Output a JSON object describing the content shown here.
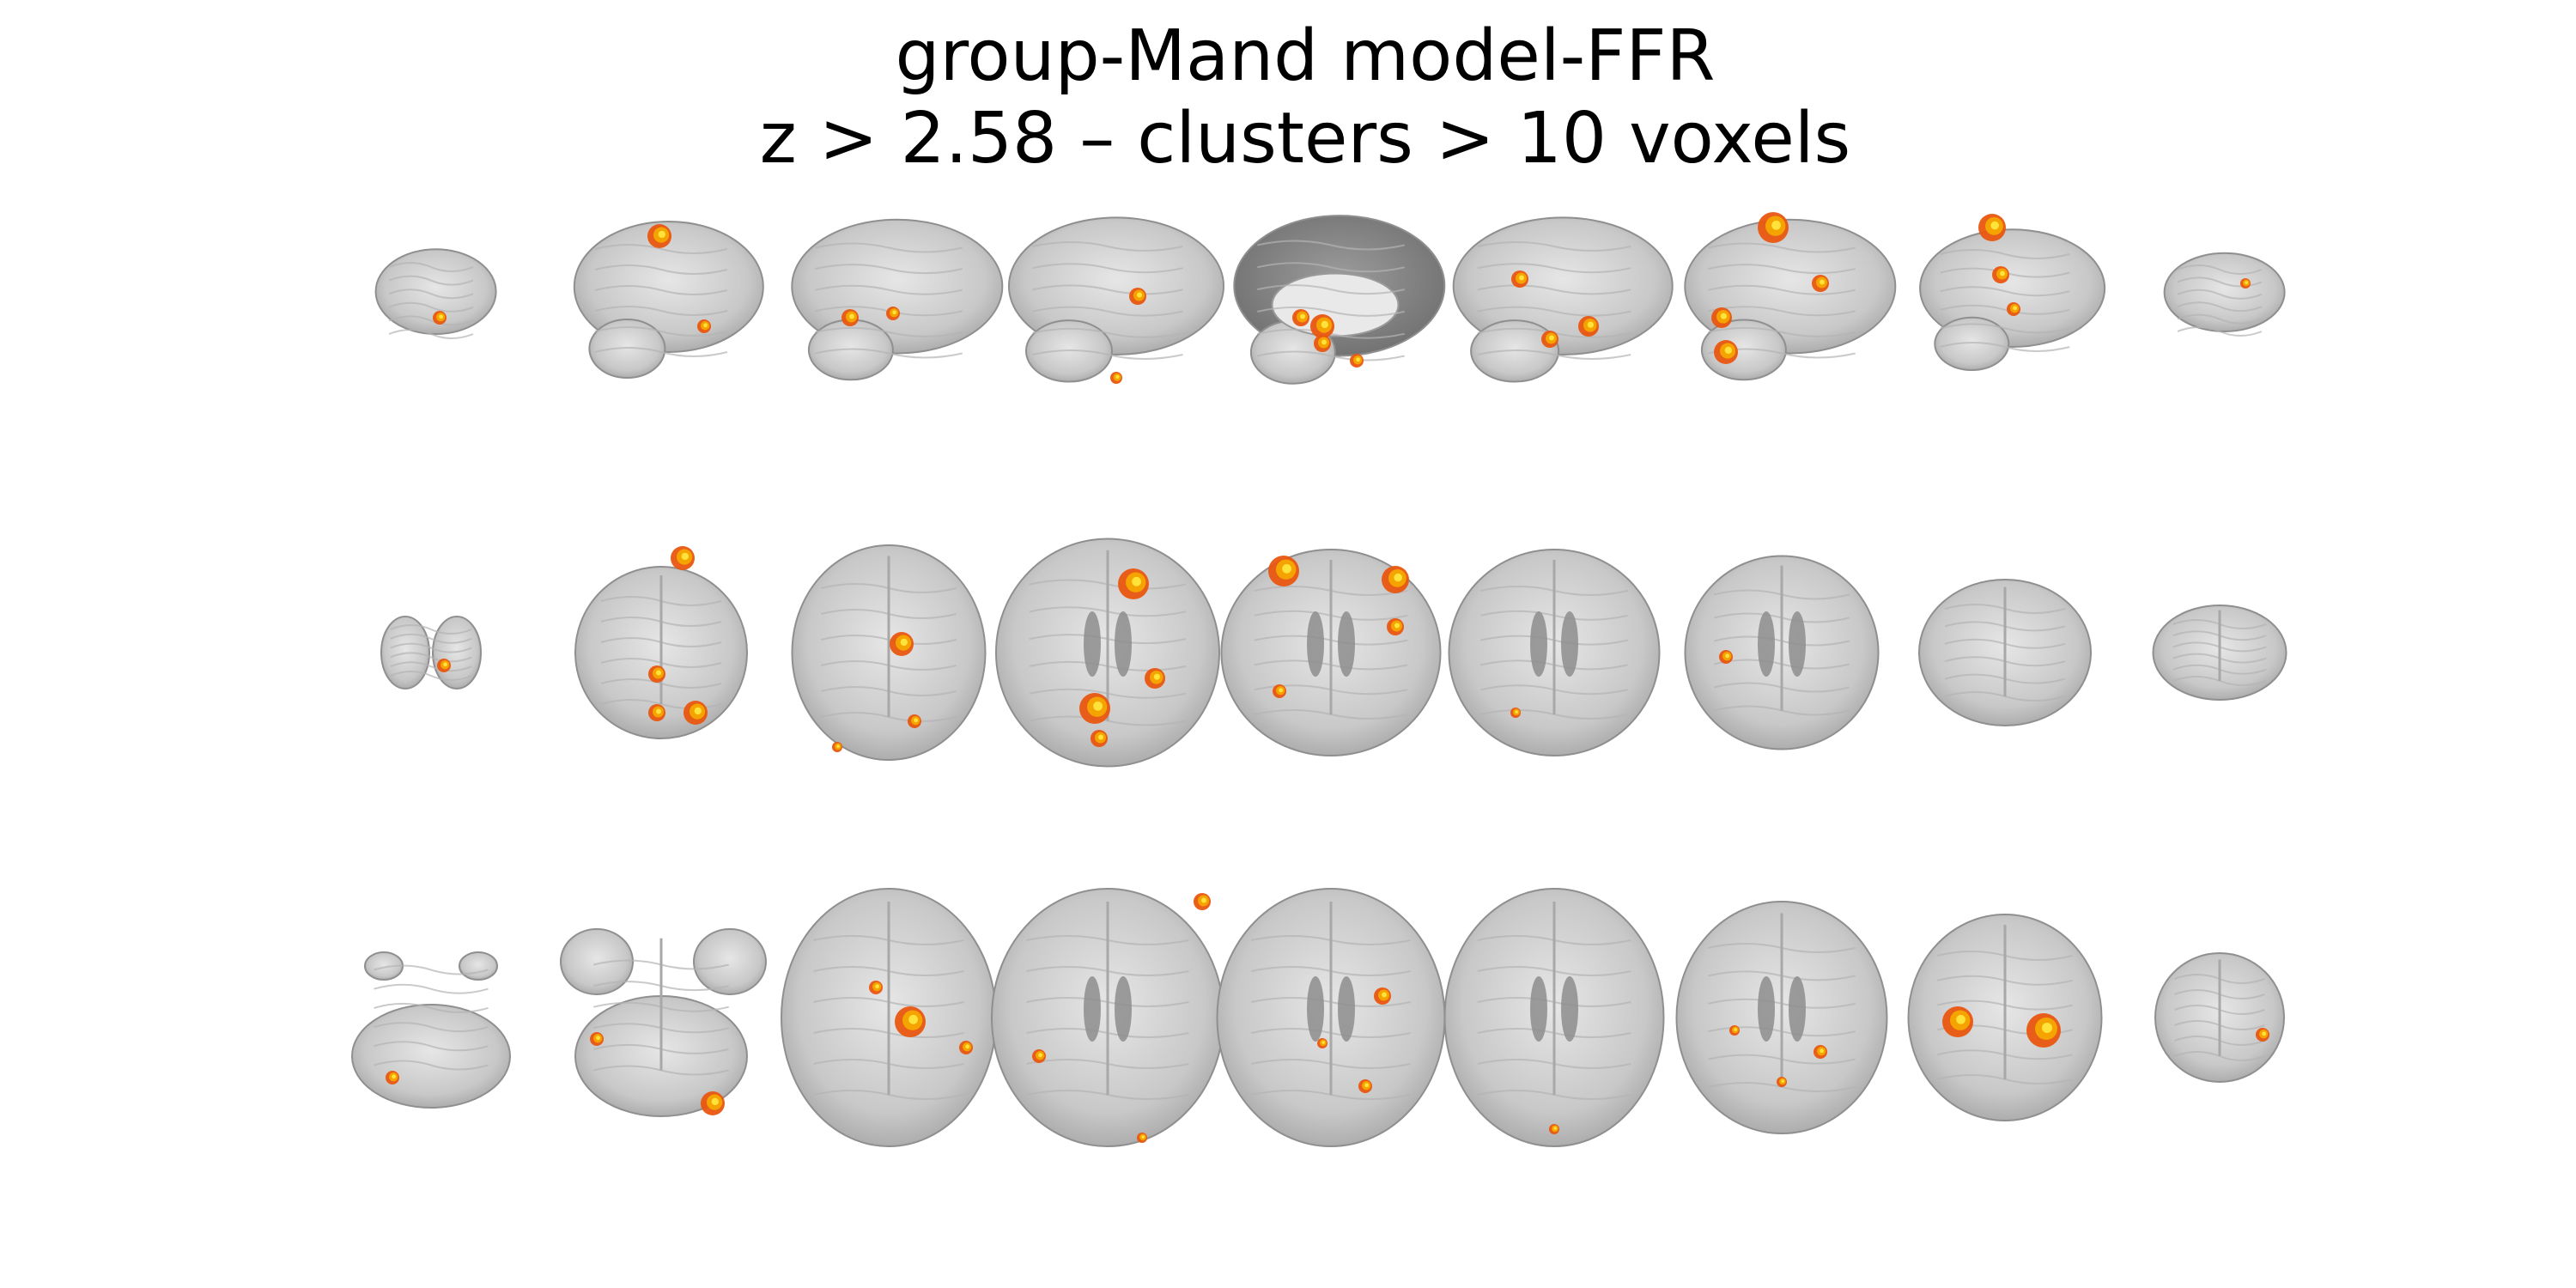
{
  "figure": {
    "title_line1": "group-Mand model-FFR",
    "title_line2": "z > 2.58 – clusters > 10 voxels"
  },
  "colors": {
    "background": "#ffffff",
    "brain_light": "#e6e6e6",
    "brain_mid": "#c8c8c8",
    "brain_dark": "#a3a3a3",
    "activation_low": "#e8560f",
    "activation_mid": "#f5a300",
    "activation_high": "#ffe23a"
  },
  "rows": [
    {
      "plane": "sagittal",
      "slice_count": 9
    },
    {
      "plane": "coronal",
      "slice_count": 9
    },
    {
      "plane": "axial",
      "slice_count": 9
    }
  ]
}
